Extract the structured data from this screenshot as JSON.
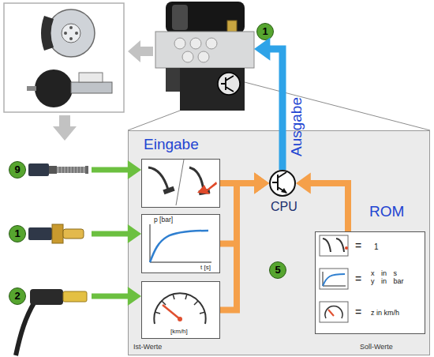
{
  "diagram": {
    "nodes": [
      {
        "text": [
          "Ist-Werte",
          "Soll-Werte"
        ]
      },
      {
        "text": [
          "Eingabe"
        ],
        "in": 0
      },
      {
        "text": [
          "p [bar]",
          "t [s]"
        ],
        "in": 0
      },
      {
        "text": [
          "[km/h]"
        ],
        "in": 0
      },
      {
        "text": [
          "CPU"
        ],
        "in": 0
      },
      {
        "text": [
          "ROM",
          "=",
          "1",
          "=",
          "x in s y in bar",
          "=",
          "z in km/h"
        ],
        "in": 0
      },
      {
        "text": [
          "1"
        ]
      },
      {
        "text": [
          "9"
        ]
      },
      {
        "text": [
          "1"
        ]
      },
      {
        "text": [
          "2"
        ]
      }
    ],
    "edges": [
      {
        "from": 1,
        "to": 4,
        "arrow": "to"
      },
      {
        "from": 2,
        "to": 4,
        "arrow": "to"
      },
      {
        "from": 3,
        "to": 4,
        "arrow": "to"
      },
      {
        "from": 5,
        "to": 4,
        "arrow": "to"
      },
      {
        "from": 4,
        "to": 6,
        "label": "Ausgabe",
        "arrow": "to"
      },
      {
        "from": 7,
        "to": 1,
        "arrow": "to"
      },
      {
        "from": 8,
        "to": 2,
        "arrow": "to"
      },
      {
        "from": 9,
        "to": 3,
        "arrow": "to"
      }
    ],
    "labels": [
      "5"
    ]
  }
}
